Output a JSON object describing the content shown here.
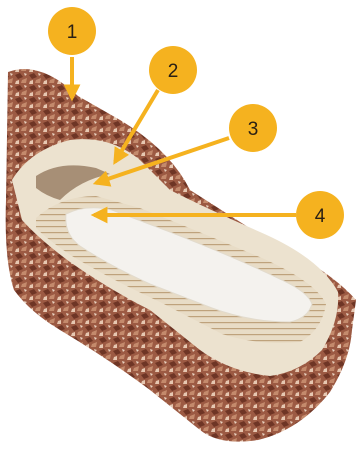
{
  "image": {
    "subject": "product-cross-section-layered-bar",
    "background_color": "#ffffff"
  },
  "colors": {
    "badge_fill": "#f5b21f",
    "arrow_color": "#f5b21f",
    "badge_text": "#2a2014",
    "coating_dark": "#8a4a35",
    "coating_light": "#b87a60",
    "inner_layer": "#ede4d3",
    "core_cream": "#f3f1ec",
    "wafer_tan": "#c9b38f"
  },
  "callouts": [
    {
      "label": "1",
      "icon": "circle-badge"
    },
    {
      "label": "2",
      "icon": "circle-badge"
    },
    {
      "label": "3",
      "icon": "circle-badge"
    },
    {
      "label": "4",
      "icon": "circle-badge"
    }
  ]
}
